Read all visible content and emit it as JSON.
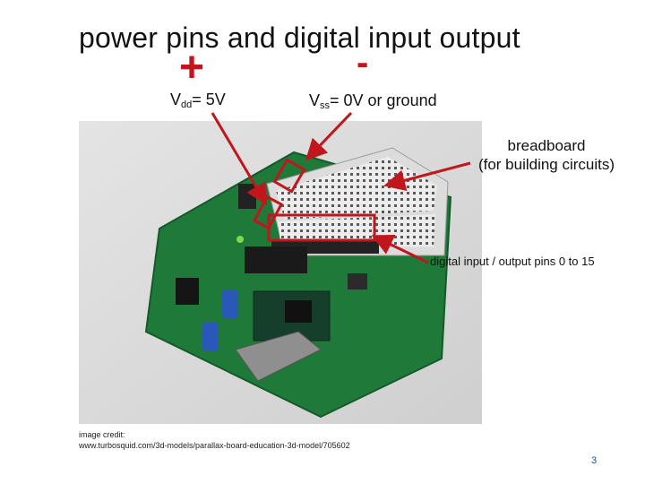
{
  "slide": {
    "title": "power pins and digital input output",
    "plus_sign": "+",
    "minus_sign": "-",
    "vdd": {
      "main": "V",
      "sub": "dd",
      "rest": "= 5V"
    },
    "vss": {
      "main": "V",
      "sub": "ss",
      "rest": "= 0V or ground"
    },
    "breadboard_label": [
      "breadboard",
      "(for building circuits)"
    ],
    "io_label": "digital input / output pins 0 to 15",
    "credit": [
      "image credit:",
      "www.turbosquid.com/3d-models/parallax-board-education-3d-model/705602"
    ],
    "page_number": "3"
  },
  "colors": {
    "accent": "#c0161c",
    "page_number": "#1f4e8c"
  }
}
